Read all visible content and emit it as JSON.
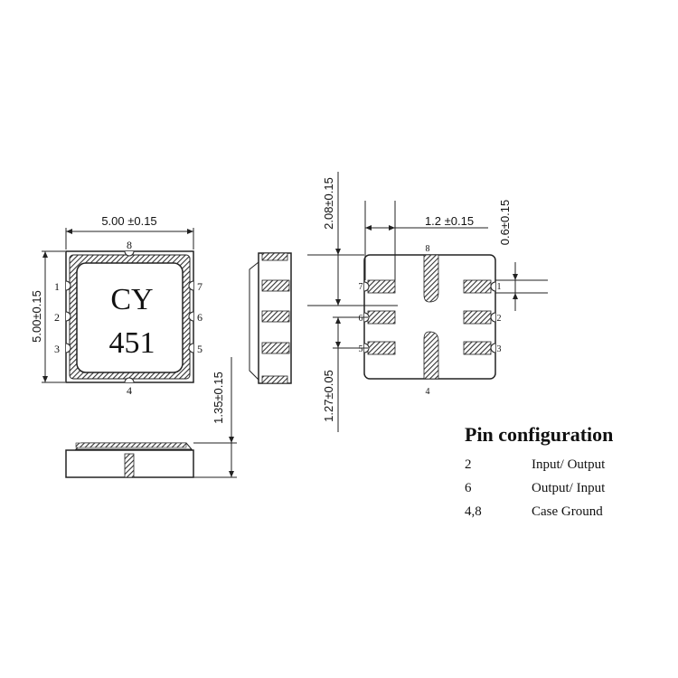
{
  "marking": {
    "line1": "CY",
    "line2": "451"
  },
  "dimensions": {
    "width": "5.00 ±0.15",
    "height": "5.00±0.15",
    "thickness": "1.35±0.15",
    "pad_offset": "2.08±0.15",
    "pad_width": "1.2 ±0.15",
    "pad_height": "0.6±0.15",
    "pitch": "1.27±0.05"
  },
  "pin_labels": {
    "p1": "1",
    "p2": "2",
    "p3": "3",
    "p4": "4",
    "p5": "5",
    "p6": "6",
    "p7": "7",
    "p8": "8"
  },
  "pin_configuration": {
    "title": "Pin configuration",
    "rows": [
      {
        "pins": "2",
        "function": "Input/ Output"
      },
      {
        "pins": "6",
        "function": "Output/ Input"
      },
      {
        "pins": "4,8",
        "function": "Case Ground"
      }
    ]
  }
}
